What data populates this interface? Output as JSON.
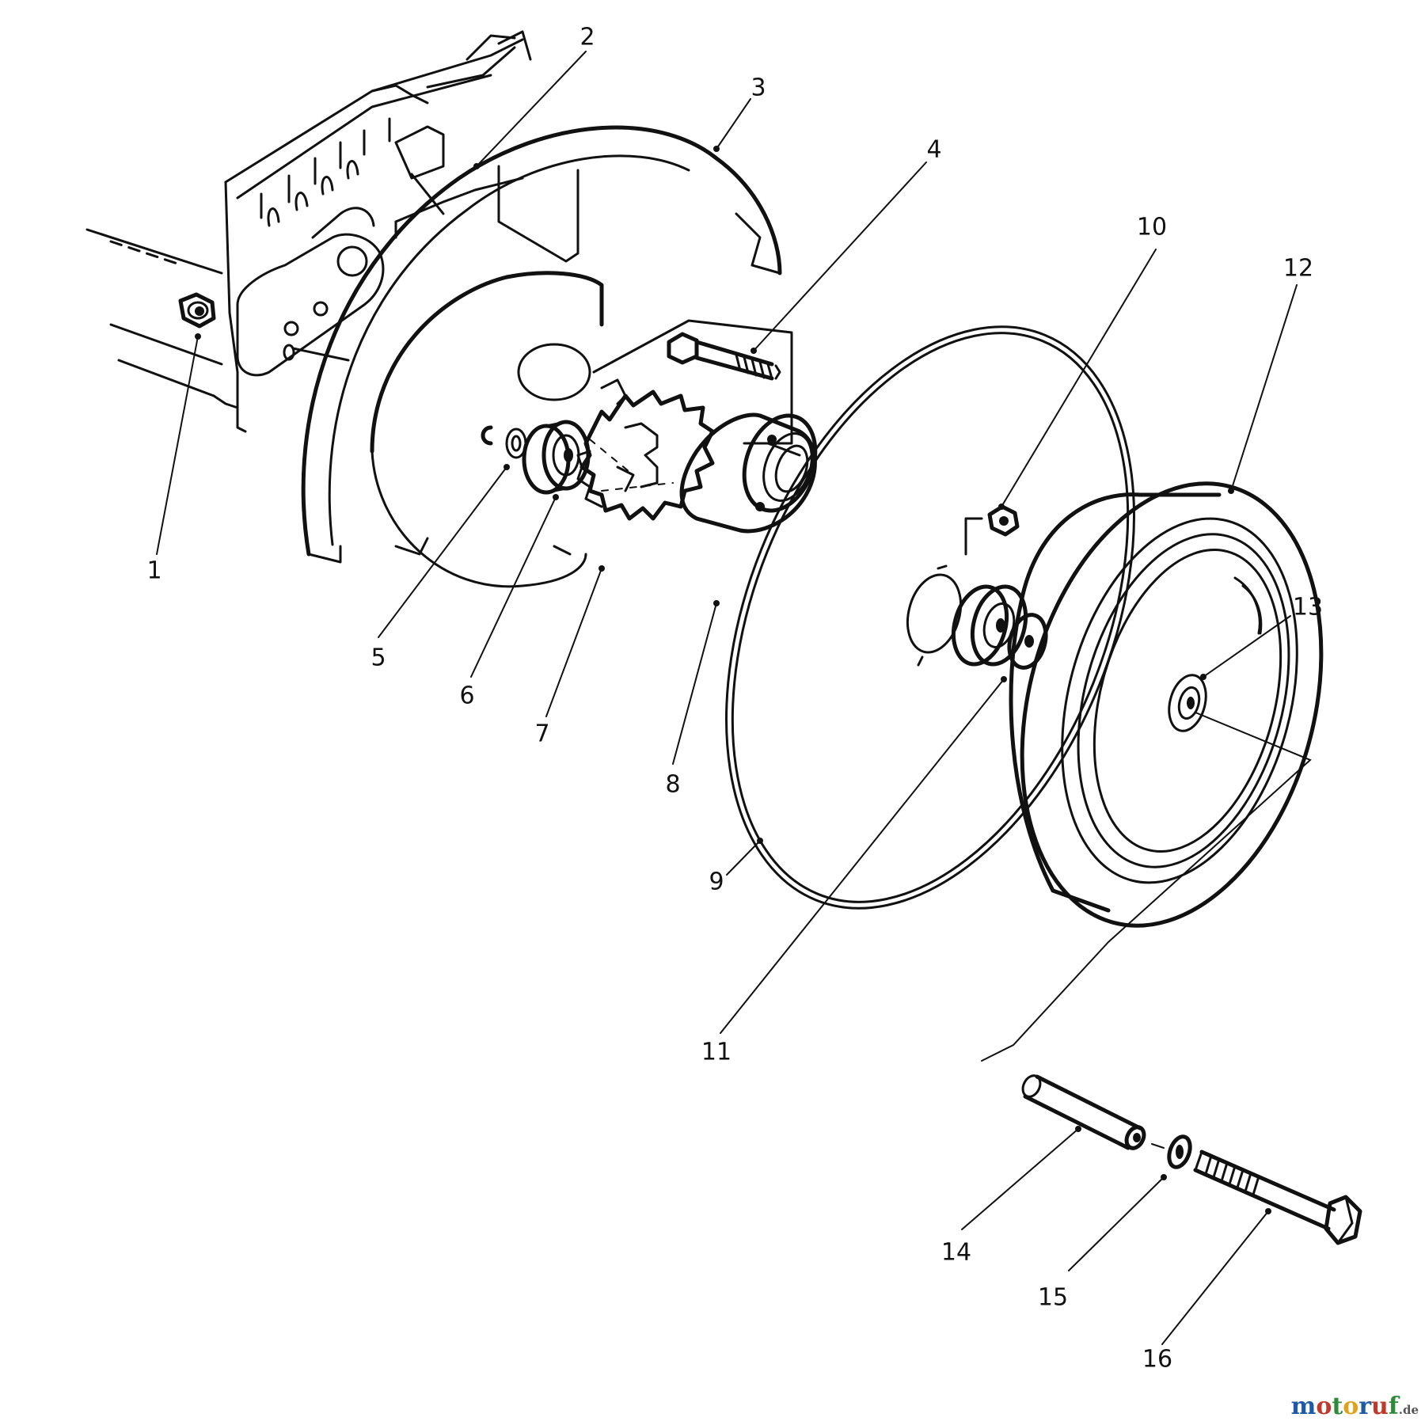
{
  "diagram": {
    "part_numbers": [
      "1",
      "2",
      "3",
      "4",
      "5",
      "6",
      "7",
      "8",
      "9",
      "10",
      "11",
      "12",
      "13",
      "14",
      "15",
      "16"
    ]
  },
  "watermark": {
    "letters": [
      {
        "ch": "m",
        "color": "#1d5aa8"
      },
      {
        "ch": "o",
        "color": "#c0392b"
      },
      {
        "ch": "t",
        "color": "#2e8b3a"
      },
      {
        "ch": "o",
        "color": "#e0a21a"
      },
      {
        "ch": "r",
        "color": "#1d5aa8"
      },
      {
        "ch": "u",
        "color": "#c0392b"
      },
      {
        "ch": "f",
        "color": "#2e8b3a"
      }
    ],
    "suffix": ".de"
  }
}
